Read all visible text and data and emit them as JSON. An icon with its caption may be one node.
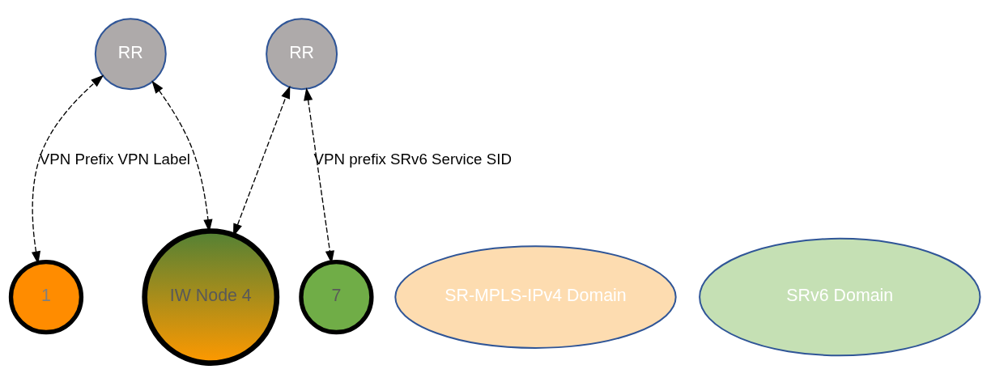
{
  "diagram": {
    "nodes": [
      {
        "text": [
          "RR"
        ]
      },
      {
        "text": [
          "RR"
        ]
      },
      {
        "text": [
          "1"
        ]
      },
      {
        "text": [
          "SR-MPLS-IPv4 Domain"
        ]
      },
      {
        "text": [
          "IW Node 4"
        ]
      },
      {
        "text": [
          "SRv6 Domain"
        ]
      },
      {
        "text": [
          "7"
        ]
      }
    ],
    "edges": [
      {
        "from": 2,
        "to": 0,
        "arrow": "both",
        "style": "dashed",
        "label": "VPN Prefix VPN Label"
      },
      {
        "from": 0,
        "to": 4,
        "arrow": "both",
        "style": "dashed"
      },
      {
        "from": 4,
        "to": 1,
        "arrow": "both",
        "style": "dashed"
      },
      {
        "from": 1,
        "to": 6,
        "arrow": "both",
        "style": "dashed",
        "label": "VPN prefix SRv6 Service SID"
      }
    ]
  }
}
